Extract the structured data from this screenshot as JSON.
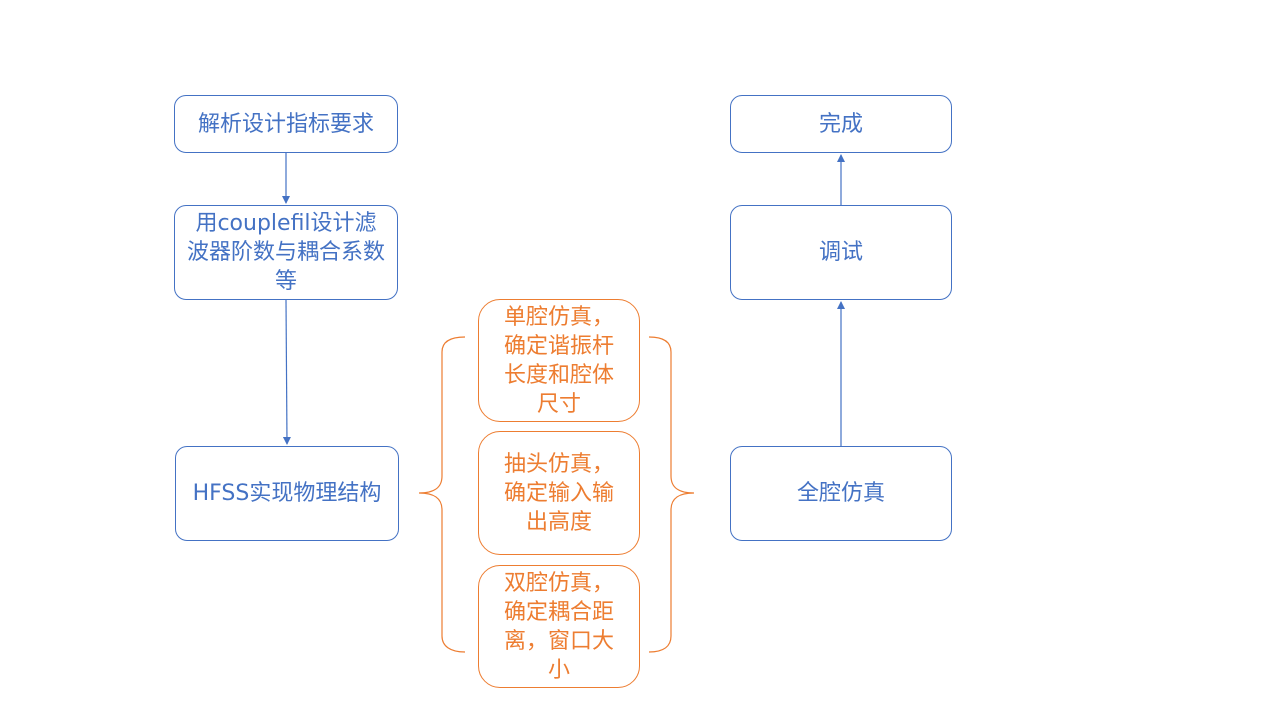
{
  "nodes": {
    "parse_requirements": "解析设计指标要求",
    "couplefil_design": "用couplefil设计滤波器阶数与耦合系数等",
    "hfss_structure": "HFSS实现物理结构",
    "single_cavity_sim": "单腔仿真，确定谐振杆长度和腔体尺寸",
    "tap_sim": "抽头仿真，确定输入输出高度",
    "double_cavity_sim": "双腔仿真，确定耦合距离，窗口大小",
    "full_cavity_sim": "全腔仿真",
    "tuning": "调试",
    "done": "完成"
  },
  "colors": {
    "main_flow": "#4472C4",
    "sub_steps": "#ED7D31",
    "background": "#FFFFFF"
  }
}
